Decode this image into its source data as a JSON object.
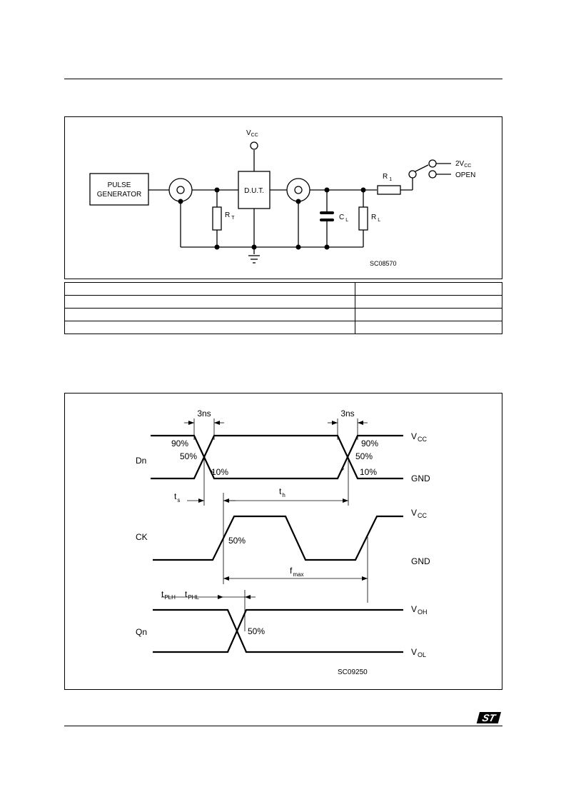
{
  "circuit": {
    "pulse_generator_line1": "PULSE",
    "pulse_generator_line2": "GENERATOR",
    "dut_label": "D.U.T.",
    "vcc_main": "V",
    "vcc_sub": "CC",
    "rt_main": "R",
    "rt_sub": "T",
    "cl_main": "C",
    "cl_sub": "L",
    "rl_main": "R",
    "rl_sub": "L",
    "r1_main": "R",
    "r1_sub": "1",
    "switch_2vcc_main": "2V",
    "switch_2vcc_sub": "CC",
    "switch_open": "OPEN",
    "figure_code": "SC08570"
  },
  "table": {
    "rows": [
      [
        "",
        ""
      ],
      [
        "",
        ""
      ],
      [
        "",
        ""
      ],
      [
        "",
        ""
      ]
    ]
  },
  "waveform": {
    "dn_label": "Dn",
    "ck_label": "CK",
    "qn_label": "Qn",
    "rise_time_left": "3ns",
    "rise_time_right": "3ns",
    "pct_90_left": "90%",
    "pct_50_left": "50%",
    "pct_10_left": "10%",
    "pct_90_right": "90%",
    "pct_50_right": "50%",
    "pct_10_right": "10%",
    "ck_50": "50%",
    "qn_50": "50%",
    "ts_main": "t",
    "ts_sub": "s",
    "th_main": "t",
    "th_sub": "h",
    "fmax_main": "f",
    "fmax_sub": "max",
    "tplh_main": "t",
    "tplh_sub": "PLH",
    "tphl_main": "t",
    "tphl_sub": "PHL",
    "dn_vcc_main": "V",
    "dn_vcc_sub": "CC",
    "dn_gnd": "GND",
    "ck_vcc_main": "V",
    "ck_vcc_sub": "CC",
    "ck_gnd": "GND",
    "voh_main": "V",
    "voh_sub": "OH",
    "vol_main": "V",
    "vol_sub": "OL",
    "figure_code": "SC09250"
  },
  "footer": {
    "logo_text": "ST"
  }
}
